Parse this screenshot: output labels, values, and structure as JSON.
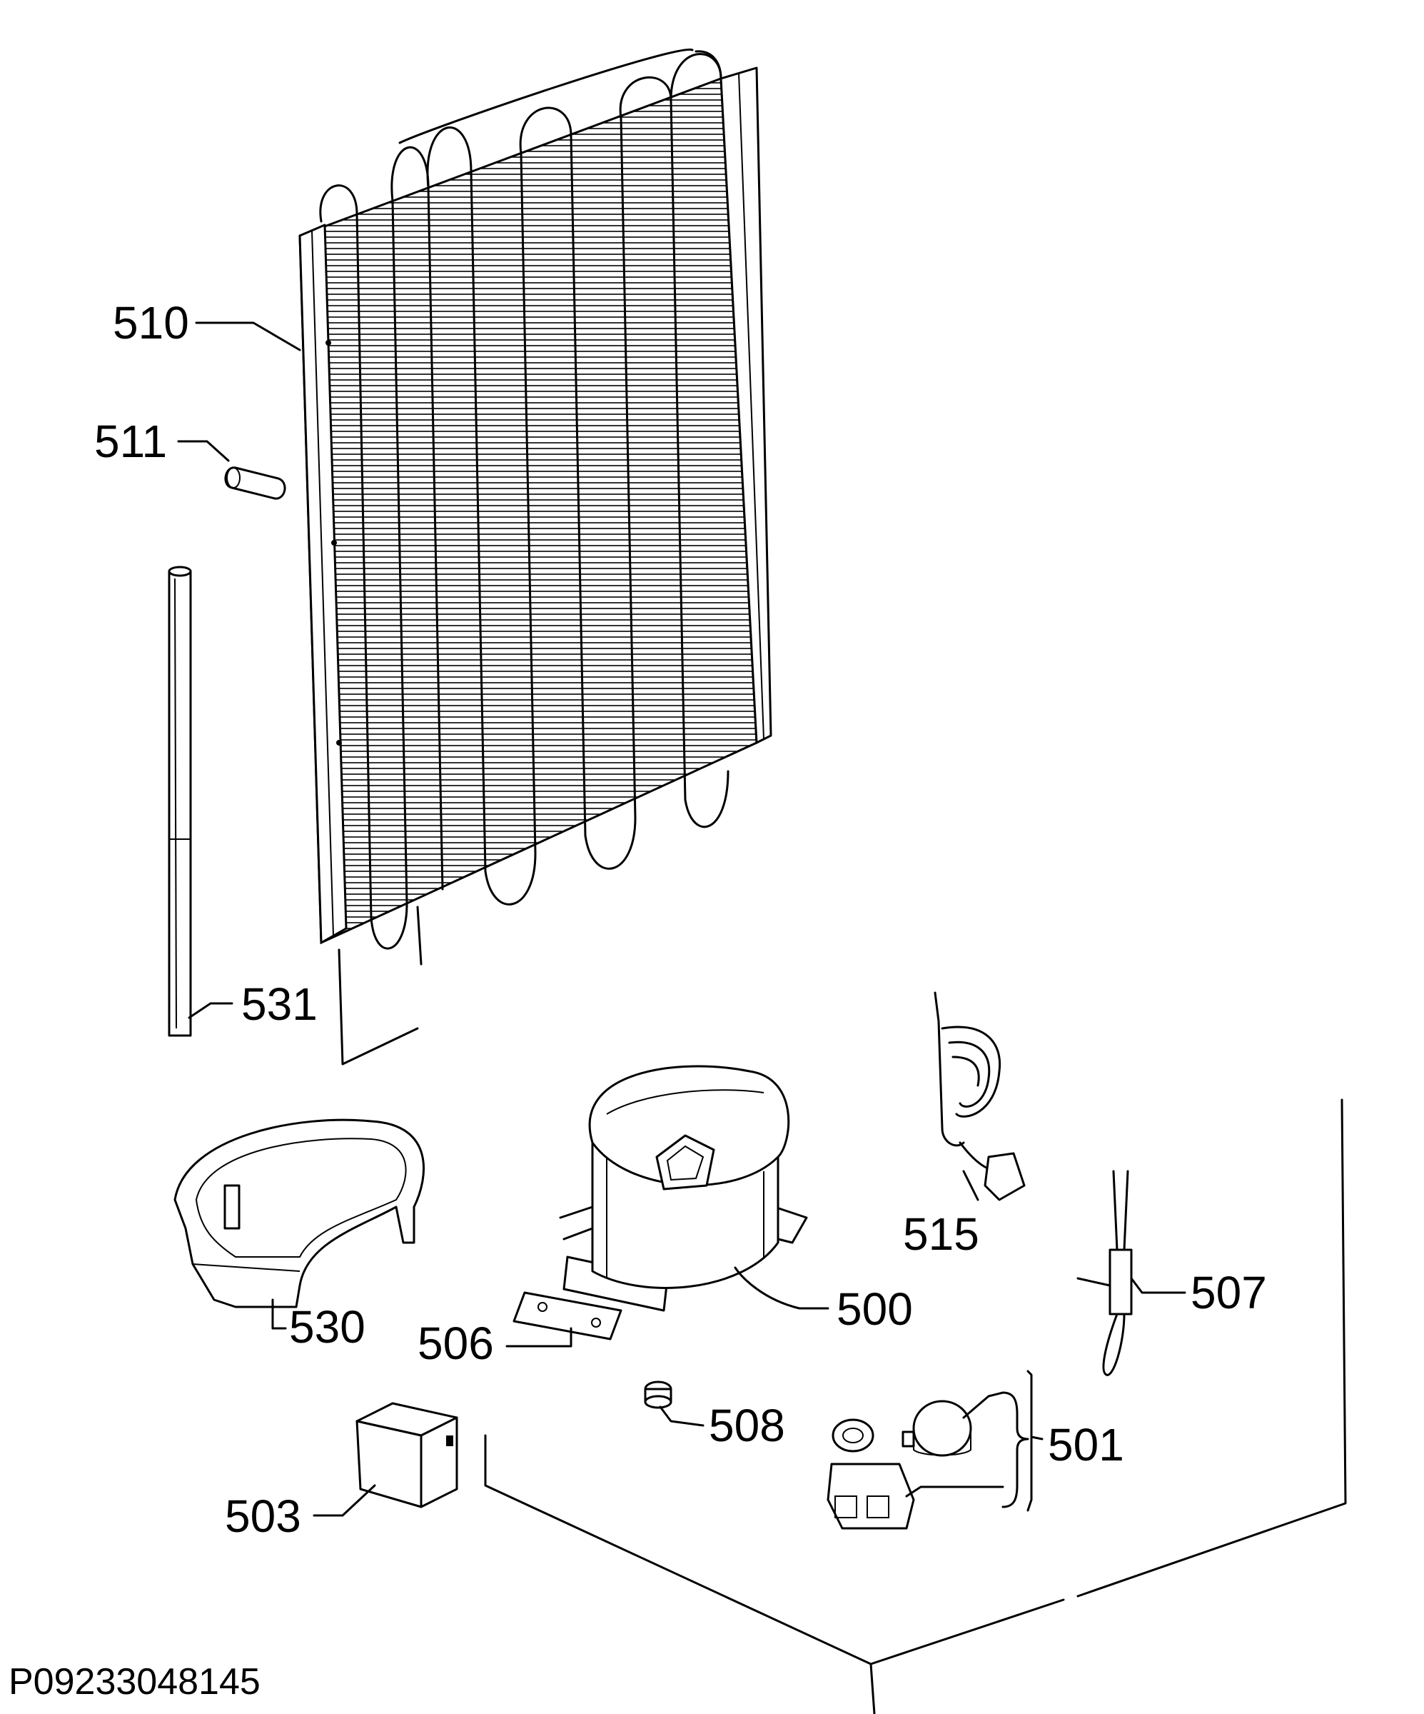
{
  "diagram": {
    "reference_code": "P09233048145",
    "parts": [
      {
        "id": "510",
        "label": "510",
        "name": "condenser"
      },
      {
        "id": "511",
        "label": "511",
        "name": "spacer"
      },
      {
        "id": "531",
        "label": "531",
        "name": "tube"
      },
      {
        "id": "530",
        "label": "530",
        "name": "drip tray"
      },
      {
        "id": "506",
        "label": "506",
        "name": "mounting plate"
      },
      {
        "id": "500",
        "label": "500",
        "name": "compressor"
      },
      {
        "id": "515",
        "label": "515",
        "name": "cable coil"
      },
      {
        "id": "507",
        "label": "507",
        "name": "filter drier"
      },
      {
        "id": "508",
        "label": "508",
        "name": "grommet"
      },
      {
        "id": "501",
        "label": "501",
        "name": "starter relay"
      },
      {
        "id": "503",
        "label": "503",
        "name": "capacitor box"
      }
    ]
  }
}
